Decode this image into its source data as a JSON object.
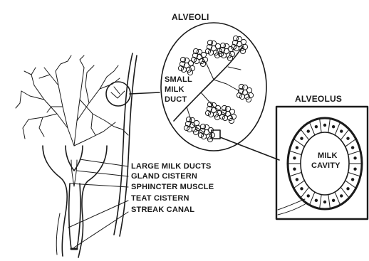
{
  "labels": {
    "alveoli": "ALVEOLI",
    "alveolus": "ALVEOLUS",
    "small_milk_duct": [
      "SMALL",
      "MILK",
      "DUCT"
    ],
    "milk_cavity": [
      "MILK",
      "CAVITY"
    ],
    "anatomy": [
      "LARGE MILK DUCTS",
      "GLAND CISTERN",
      "SPHINCTER MUSCLE",
      "TEAT CISTERN",
      "STREAK CANAL"
    ]
  },
  "colors": {
    "ink": "#1a1a1a",
    "background": "#ffffff"
  }
}
